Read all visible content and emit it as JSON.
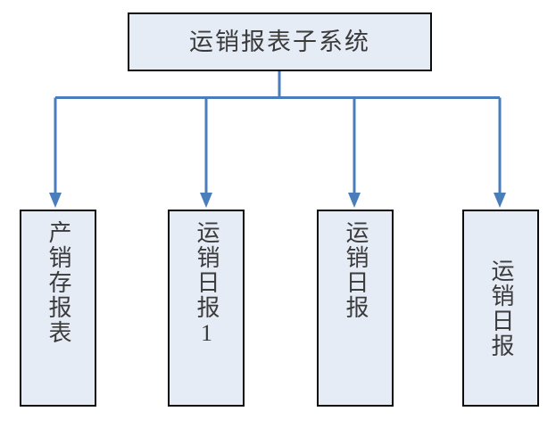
{
  "diagram": {
    "type": "hierarchy-tree",
    "orientation": "top-down",
    "colors": {
      "node_fill": "#e6ecf6",
      "node_border": "#0d0d0d",
      "connector": "#4a7ebb",
      "text": "#3b3b3b",
      "background": "#ffffff"
    },
    "root": {
      "label": "运销报表子系统"
    },
    "children": [
      {
        "label": "产销存报表",
        "text_align": "top"
      },
      {
        "label": "运销日报1",
        "text_align": "top"
      },
      {
        "label": "运销日报",
        "text_align": "top"
      },
      {
        "label": "运销日报",
        "text_align": "middle"
      }
    ]
  }
}
